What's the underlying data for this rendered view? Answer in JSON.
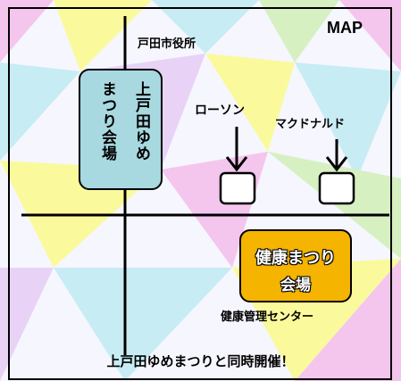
{
  "map": {
    "title": "MAP",
    "colors": {
      "background_pastels": [
        "#f4c6ee",
        "#fafa9c",
        "#c7ecf4",
        "#d6f0c2",
        "#e8d3f6"
      ],
      "kamitoda_venue_fill": "#a8d8e0",
      "health_venue_fill": "#f5b400"
    }
  },
  "landmarks": {
    "city_hall": "戸田市役所",
    "lawson": "ローソン",
    "mcdonalds": "マクドナルド",
    "health_center": "健康管理センター"
  },
  "venues": {
    "kamitoda": {
      "line1": "上戸田ゆめ",
      "line2": "まつり会場"
    },
    "health": {
      "line1": "健康まつり",
      "line2": "会場"
    }
  },
  "footer_note": "上戸田ゆめまつりと同時開催！"
}
